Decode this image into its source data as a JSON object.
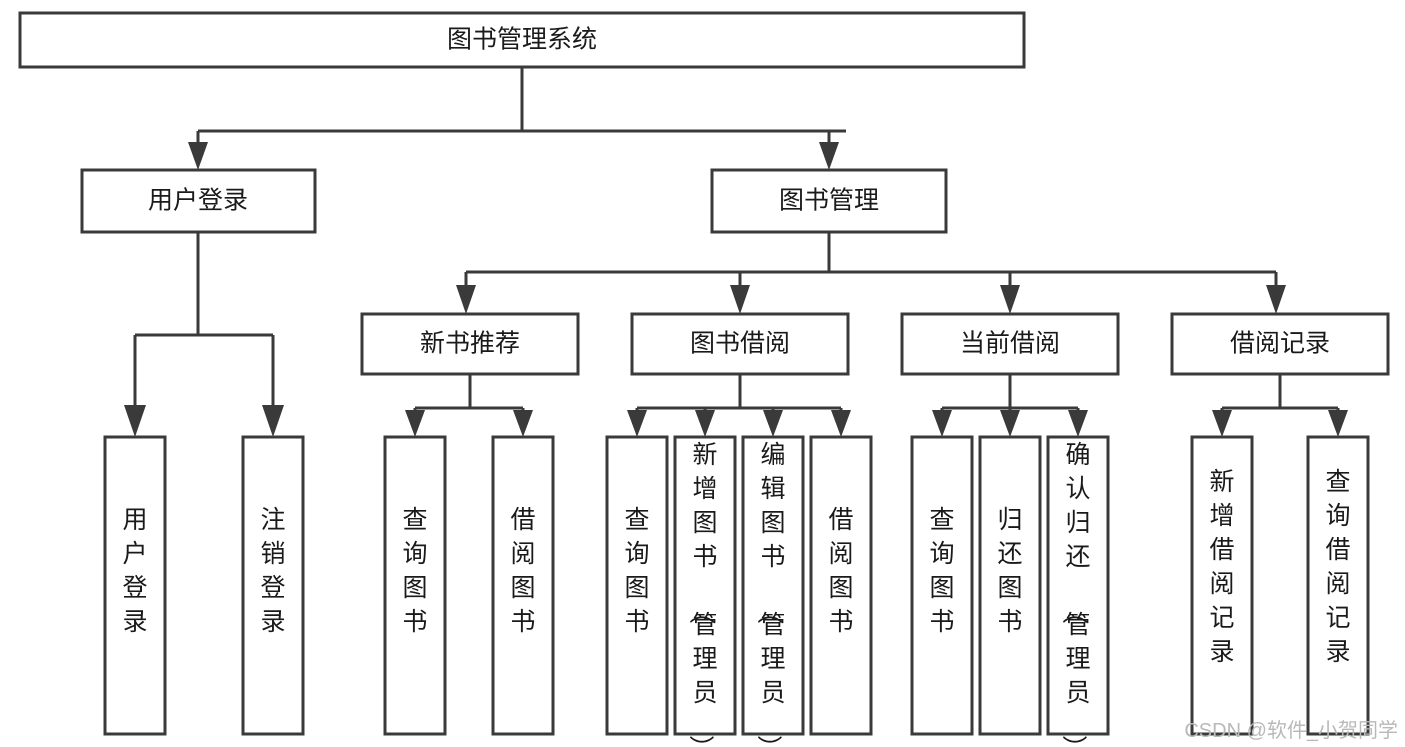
{
  "diagram": {
    "type": "tree-hierarchy-chart",
    "title": "图书管理系统",
    "orientation": "top-down",
    "root": {
      "id": "root",
      "label": "图书管理系统",
      "level": 1
    },
    "level2": [
      {
        "id": "user-login",
        "label": "用户登录",
        "level": 2
      },
      {
        "id": "book-management",
        "label": "图书管理",
        "level": 2
      }
    ],
    "level3": [
      {
        "id": "new-book-recommend",
        "label": "新书推荐",
        "level": 3,
        "parent": "book-management"
      },
      {
        "id": "book-borrow",
        "label": "图书借阅",
        "level": 3,
        "parent": "book-management"
      },
      {
        "id": "current-borrow",
        "label": "当前借阅",
        "level": 3,
        "parent": "book-management"
      },
      {
        "id": "borrow-record",
        "label": "借阅记录",
        "level": 3,
        "parent": "book-management"
      }
    ],
    "leaves": [
      {
        "id": "leaf-user-login",
        "label": "用户登录",
        "parent": "user-login"
      },
      {
        "id": "leaf-logout-login",
        "label": "注销登录",
        "parent": "user-login"
      },
      {
        "id": "leaf-query-book-1",
        "label": "查询图书",
        "parent": "new-book-recommend"
      },
      {
        "id": "leaf-borrow-book-1",
        "label": "借阅图书",
        "parent": "new-book-recommend"
      },
      {
        "id": "leaf-query-book-2",
        "label": "查询图书",
        "parent": "book-borrow"
      },
      {
        "id": "leaf-add-book",
        "label": "新增图书（管理员）",
        "parent": "book-borrow"
      },
      {
        "id": "leaf-edit-book",
        "label": "编辑图书（管理员）",
        "parent": "book-borrow"
      },
      {
        "id": "leaf-borrow-book-2",
        "label": "借阅图书",
        "parent": "book-borrow"
      },
      {
        "id": "leaf-query-book-3",
        "label": "查询图书",
        "parent": "current-borrow"
      },
      {
        "id": "leaf-return-book",
        "label": "归还图书",
        "parent": "current-borrow"
      },
      {
        "id": "leaf-confirm-return",
        "label": "确认归还（管理员）",
        "parent": "current-borrow"
      },
      {
        "id": "leaf-add-record",
        "label": "新增借阅记录",
        "parent": "borrow-record"
      },
      {
        "id": "leaf-query-record",
        "label": "查询借阅记录",
        "parent": "borrow-record"
      }
    ],
    "watermark": "CSDN @软件_小贺同学",
    "colors": {
      "stroke": "#3a3a3a",
      "fill": "#ffffff",
      "text": "#1a1a1a",
      "watermark": "#b9b9b9"
    }
  }
}
